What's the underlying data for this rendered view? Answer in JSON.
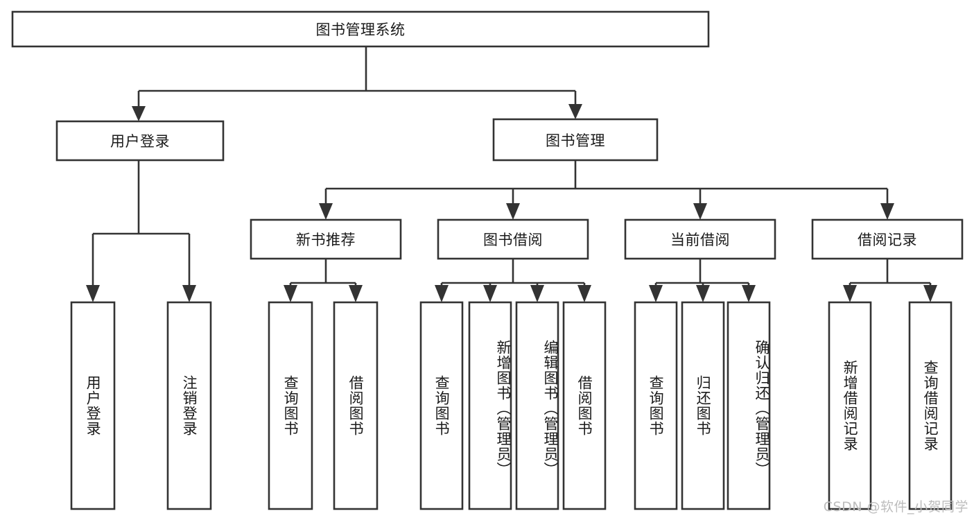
{
  "diagram": {
    "type": "tree-hierarchy",
    "orientation": "top-down",
    "root": {
      "id": "root",
      "label": "图书管理系统"
    },
    "level1": [
      {
        "id": "user-login",
        "label": "用户登录"
      },
      {
        "id": "book-management",
        "label": "图书管理"
      }
    ],
    "level2": [
      {
        "id": "new-book-recommend",
        "label": "新书推荐",
        "parent": "book-management"
      },
      {
        "id": "book-borrow",
        "label": "图书借阅",
        "parent": "book-management"
      },
      {
        "id": "current-borrow",
        "label": "当前借阅",
        "parent": "book-management"
      },
      {
        "id": "borrow-record",
        "label": "借阅记录",
        "parent": "book-management"
      }
    ],
    "leaves": {
      "user_login": [
        {
          "id": "leaf-user-login",
          "label": "用户登录"
        },
        {
          "id": "leaf-user-logout",
          "label": "注销登录"
        }
      ],
      "new_book_recommend": [
        {
          "id": "leaf-query-book-1",
          "label": "查询图书"
        },
        {
          "id": "leaf-borrow-book-1",
          "label": "借阅图书"
        }
      ],
      "book_borrow": [
        {
          "id": "leaf-query-book-2",
          "label": "查询图书"
        },
        {
          "id": "leaf-add-book",
          "label": "新增图书（管理员）"
        },
        {
          "id": "leaf-edit-book",
          "label": "编辑图书（管理员）"
        },
        {
          "id": "leaf-borrow-book-2",
          "label": "借阅图书"
        }
      ],
      "current_borrow": [
        {
          "id": "leaf-query-book-3",
          "label": "查询图书"
        },
        {
          "id": "leaf-return-book",
          "label": "归还图书"
        },
        {
          "id": "leaf-confirm-return",
          "label": "确认归还（管理员）"
        }
      ],
      "borrow_record": [
        {
          "id": "leaf-add-record",
          "label": "新增借阅记录"
        },
        {
          "id": "leaf-query-record",
          "label": "查询借阅记录"
        }
      ]
    },
    "colors": {
      "stroke": "#333333",
      "fill": "#ffffff",
      "text": "#1a1a1a",
      "watermark": "#bdbdbd"
    }
  },
  "watermark": {
    "text": "CSDN @软件_小贺同学"
  }
}
